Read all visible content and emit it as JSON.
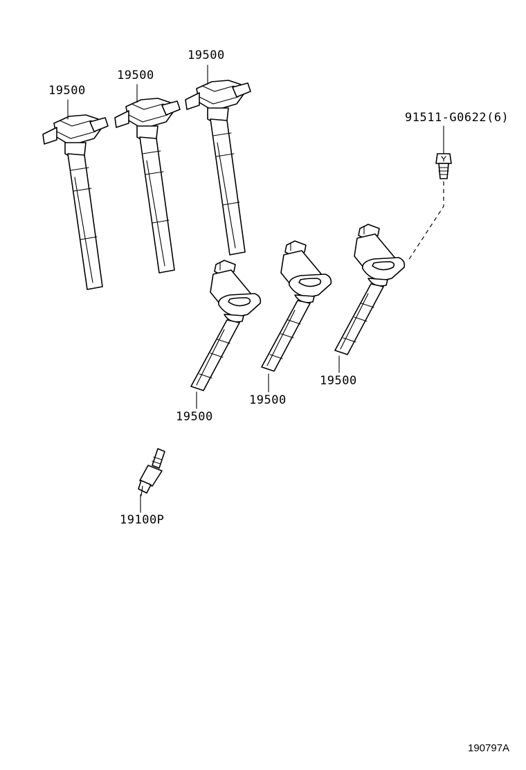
{
  "callouts": {
    "coil_top_left": "19500",
    "coil_top_middle": "19500",
    "coil_top_right": "19500",
    "coil_bottom_left": "19500",
    "coil_bottom_middle": "19500",
    "coil_bottom_right": "19500",
    "bolt": "91511-G0622(6)",
    "spark_plug": "19100P"
  },
  "illustration_code": "190797A"
}
